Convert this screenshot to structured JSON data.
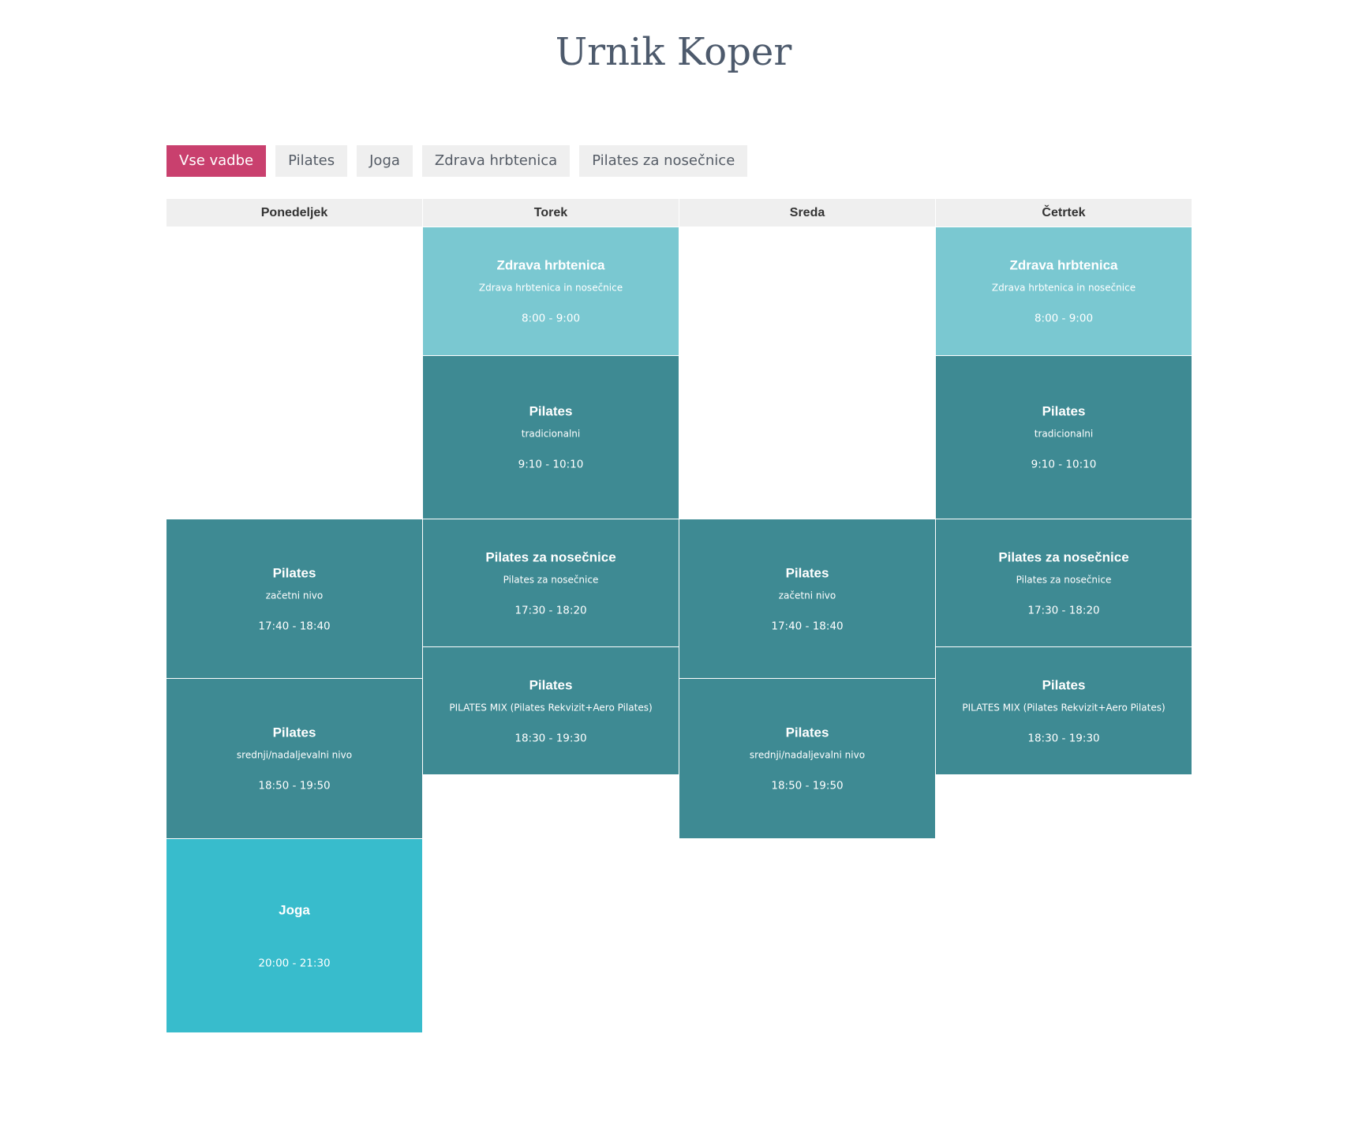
{
  "title": "Urnik Koper",
  "filters": [
    "Vse vadbe",
    "Pilates",
    "Joga",
    "Zdrava hrbtenica",
    "Pilates za nosečnice"
  ],
  "active_filter": "Vse vadbe",
  "colors": {
    "active_filter": "#c9406e",
    "pilates": "#3e8a93",
    "zdrava_hrbtenica": "#7ac8d1",
    "joga": "#38bccc"
  },
  "days": [
    {
      "name": "Ponedeljek",
      "events": [
        {
          "title": "Pilates",
          "subtitle": "začetni nivo",
          "time": "17:40 - 18:40"
        },
        {
          "title": "Pilates",
          "subtitle": "srednji/nadaljevalni nivo",
          "time": "18:50 - 19:50"
        },
        {
          "title": "Joga",
          "subtitle": "",
          "time": "20:00 - 21:30"
        }
      ]
    },
    {
      "name": "Torek",
      "events": [
        {
          "title": "Zdrava hrbtenica",
          "subtitle": "Zdrava hrbtenica in nosečnice",
          "time": "8:00 - 9:00"
        },
        {
          "title": "Pilates",
          "subtitle": "tradicionalni",
          "time": "9:10 - 10:10"
        },
        {
          "title": "Pilates za nosečnice",
          "subtitle": "Pilates za nosečnice",
          "time": "17:30 - 18:20"
        },
        {
          "title": "Pilates",
          "subtitle": "PILATES MIX (Pilates Rekvizit+Aero Pilates)",
          "time": "18:30 - 19:30"
        }
      ]
    },
    {
      "name": "Sreda",
      "events": [
        {
          "title": "Pilates",
          "subtitle": "začetni nivo",
          "time": "17:40 - 18:40"
        },
        {
          "title": "Pilates",
          "subtitle": "srednji/nadaljevalni nivo",
          "time": "18:50 - 19:50"
        }
      ]
    },
    {
      "name": "Četrtek",
      "events": [
        {
          "title": "Zdrava hrbtenica",
          "subtitle": "Zdrava hrbtenica in nosečnice",
          "time": "8:00 - 9:00"
        },
        {
          "title": "Pilates",
          "subtitle": "tradicionalni",
          "time": "9:10 - 10:10"
        },
        {
          "title": "Pilates za nosečnice",
          "subtitle": "Pilates za nosečnice",
          "time": "17:30 - 18:20"
        },
        {
          "title": "Pilates",
          "subtitle": "PILATES MIX (Pilates Rekvizit+Aero Pilates)",
          "time": "18:30 - 19:30"
        }
      ]
    }
  ]
}
